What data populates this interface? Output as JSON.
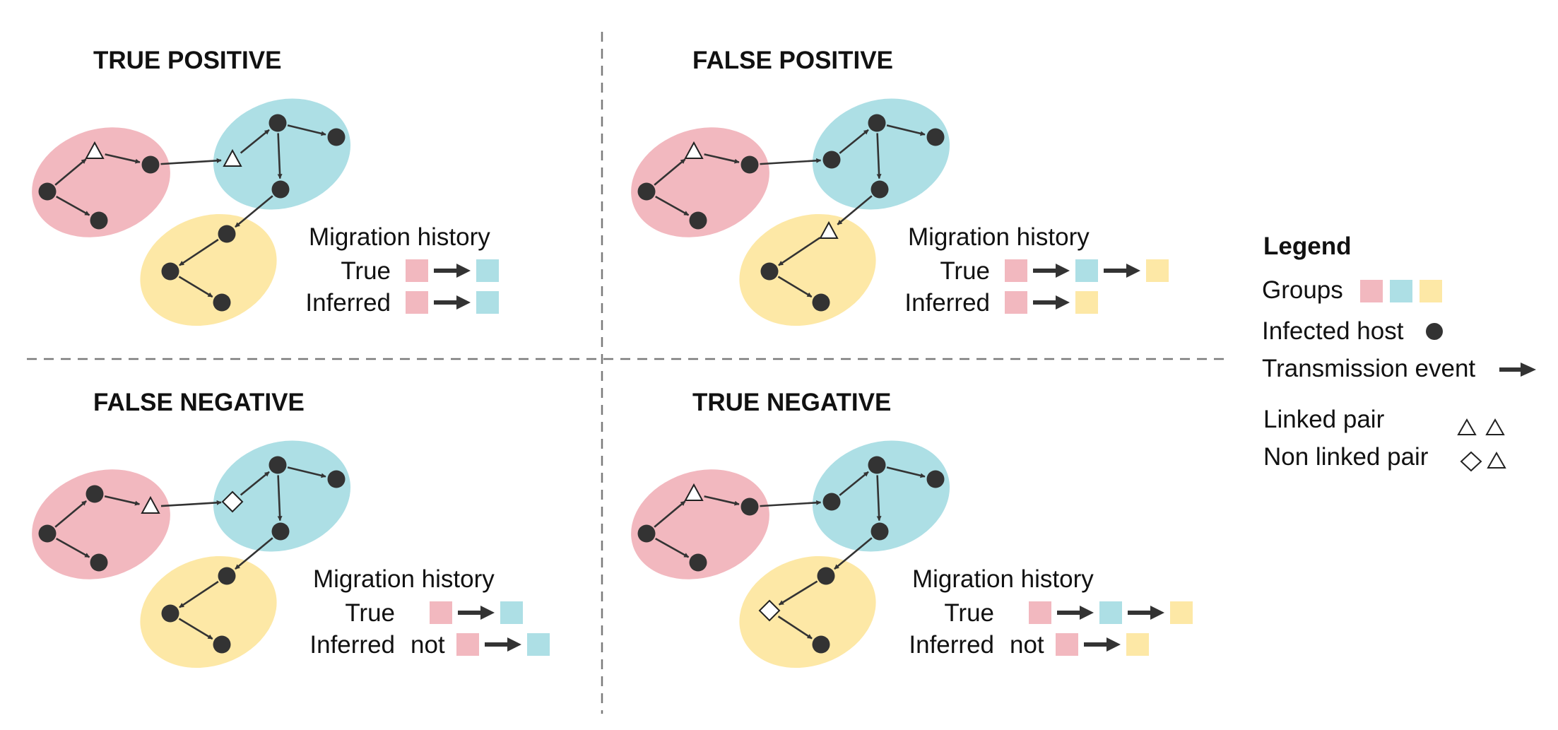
{
  "colors": {
    "pink": "#f2b8bf",
    "blue": "#addfe5",
    "yellow": "#fde8a6",
    "node": "#333333",
    "divider": "#7a7a7a"
  },
  "panels": [
    {
      "key": "tp",
      "title": "TRUE POSITIVE",
      "migration": {
        "heading": "Migration history",
        "true_label": "True",
        "inferred_label": "Inferred",
        "true_path": [
          "pink",
          "blue"
        ],
        "inferred_path": [
          "pink",
          "blue"
        ],
        "inferred_prefix": ""
      },
      "markers": {
        "sender": "triangle",
        "receiver": "triangle",
        "receiver_node": "blue-entry"
      }
    },
    {
      "key": "fp",
      "title": "FALSE POSITIVE",
      "migration": {
        "heading": "Migration history",
        "true_label": "True",
        "inferred_label": "Inferred",
        "true_path": [
          "pink",
          "blue",
          "yellow"
        ],
        "inferred_path": [
          "pink",
          "yellow"
        ],
        "inferred_prefix": ""
      },
      "markers": {
        "sender": "triangle",
        "receiver": "triangle",
        "receiver_node": "yellow-entry"
      }
    },
    {
      "key": "fn",
      "title": "FALSE NEGATIVE",
      "migration": {
        "heading": "Migration history",
        "true_label": "True",
        "inferred_label": "Inferred",
        "true_path": [
          "pink",
          "blue"
        ],
        "inferred_path": [
          "pink",
          "blue"
        ],
        "inferred_prefix": "not"
      },
      "markers": {
        "sender": "triangle",
        "receiver": "diamond",
        "receiver_node": "blue-entry"
      }
    },
    {
      "key": "tn",
      "title": "TRUE NEGATIVE",
      "migration": {
        "heading": "Migration history",
        "true_label": "True",
        "inferred_label": "Inferred",
        "true_path": [
          "pink",
          "blue",
          "yellow"
        ],
        "inferred_path": [
          "pink",
          "yellow"
        ],
        "inferred_prefix": "not"
      },
      "markers": {
        "sender": "triangle",
        "receiver": "diamond",
        "receiver_node": "yellow-left"
      }
    }
  ],
  "legend": {
    "title": "Legend",
    "groups_label": "Groups",
    "infected_host_label": "Infected host",
    "transmission_label": "Transmission event",
    "linked_pair_label": "Linked pair",
    "non_linked_pair_label": "Non linked pair"
  }
}
